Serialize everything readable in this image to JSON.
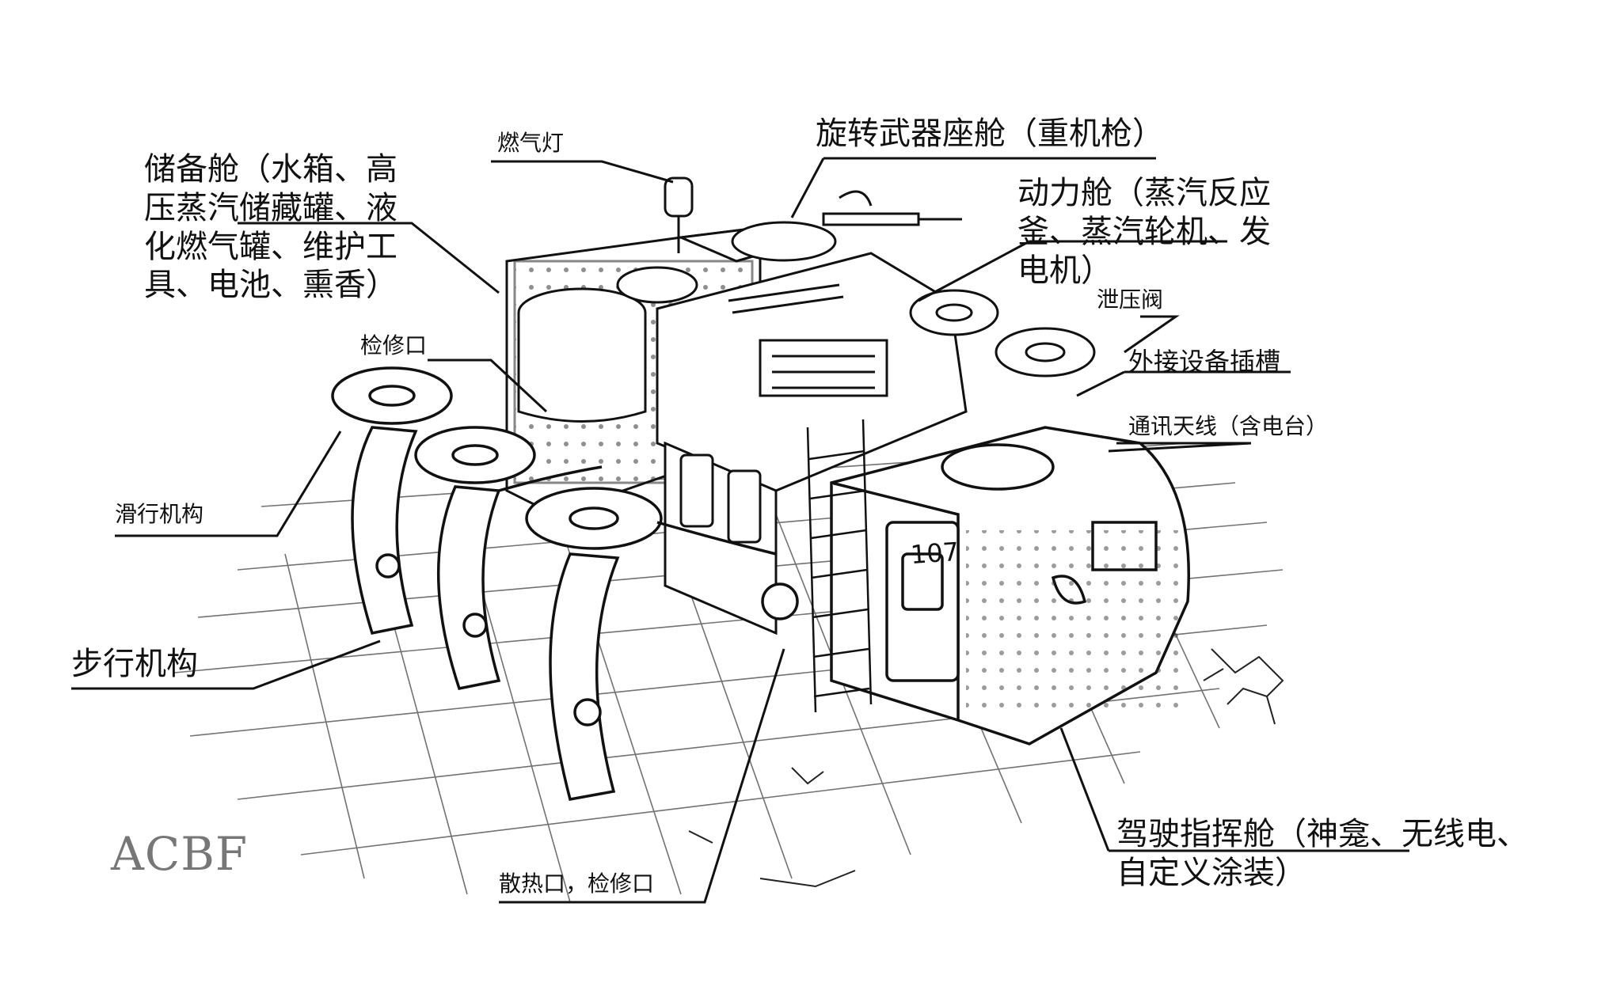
{
  "labels": {
    "storage_cabin": "储备舱（水箱、高\n压蒸汽储藏罐、液\n化燃气罐、维护工\n具、电池、熏香）",
    "gas_lamp": "燃气灯",
    "rotating_weapon": "旋转武器座舱（重机枪）",
    "power_cabin": "动力舱（蒸汽反应\n釜、蒸汽轮机、发\n电机）",
    "pressure_valve": "泄压阀",
    "external_slot": "外接设备插槽",
    "antenna": "通讯天线（含电台）",
    "inspection_port": "检修口",
    "sliding_mechanism": "滑行机构",
    "walking_mechanism": "步行机构",
    "heat_vent": "散热口，检修口",
    "cockpit": "驾驶指挥舱（神龛、无线电、\n自定义涂装）"
  },
  "hull_number": "107",
  "watermark": "ACBF"
}
